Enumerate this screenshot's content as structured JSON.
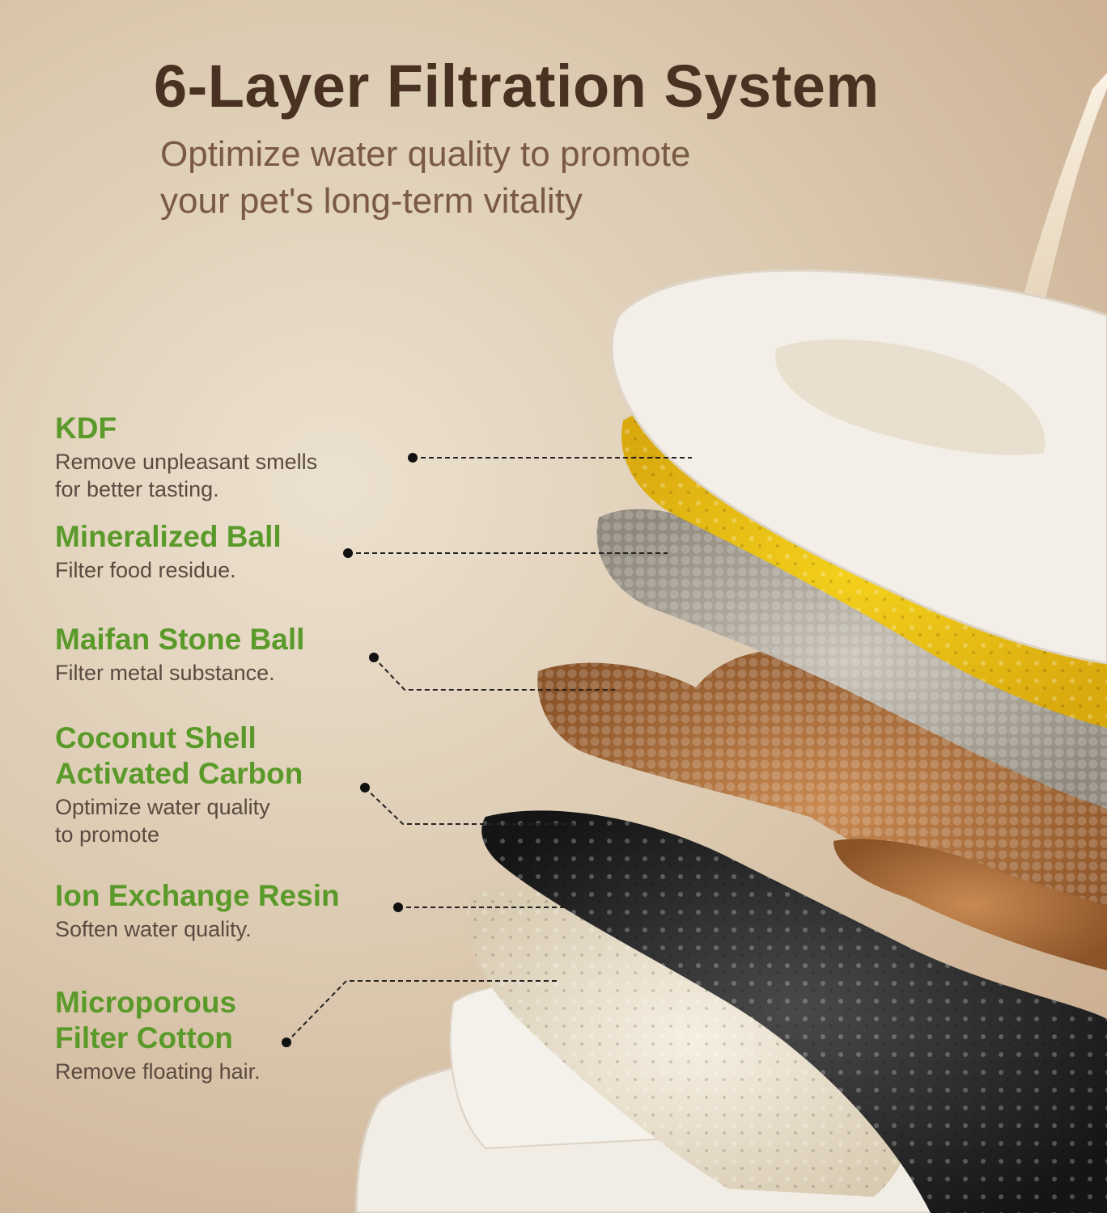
{
  "header": {
    "title": "6-Layer Filtration System",
    "subtitle_line1": "Optimize water quality to promote",
    "subtitle_line2": "your pet's long-term vitality"
  },
  "layers": [
    {
      "name_line1": "KDF",
      "name_line2": "",
      "desc_line1": "Remove unpleasant smells",
      "desc_line2": "for better tasting."
    },
    {
      "name_line1": "Mineralized Ball",
      "name_line2": "",
      "desc_line1": "Filter food residue.",
      "desc_line2": ""
    },
    {
      "name_line1": "Maifan Stone Ball",
      "name_line2": "",
      "desc_line1": "Filter metal substance.",
      "desc_line2": ""
    },
    {
      "name_line1": "Coconut Shell",
      "name_line2": "Activated Carbon",
      "desc_line1": "Optimize water quality",
      "desc_line2": "to promote"
    },
    {
      "name_line1": "Ion Exchange Resin",
      "name_line2": "",
      "desc_line1": "Soften water quality.",
      "desc_line2": ""
    },
    {
      "name_line1": "Microporous",
      "name_line2": "Filter Cotton",
      "desc_line1": "Remove floating hair.",
      "desc_line2": ""
    }
  ],
  "colors": {
    "title": "#4a3222",
    "subtitle": "#7a5a44",
    "layer_name": "#5a9a2a",
    "layer_desc": "#5a4a40"
  }
}
